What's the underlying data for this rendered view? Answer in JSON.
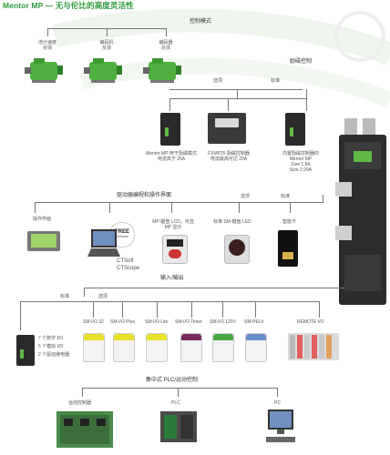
{
  "header": {
    "title": "Mentor MP — 无与伦比的高度灵活性"
  },
  "sections": {
    "control_mode": "控制模式",
    "field_control": "励磁控制",
    "programming": "驱动器编程和操作界面",
    "io": "输入/输出",
    "plc": "集中式 PLC/运动控制"
  },
  "motors": [
    {
      "label_line1": "他计速度",
      "label_line2": "反馈"
    },
    {
      "label_line1": "编码机",
      "label_line2": "反馈"
    },
    {
      "label_line1": "编码器",
      "label_line2": "反馈"
    }
  ],
  "field": {
    "optional_label": "选项",
    "standard_label": "标准",
    "items": [
      {
        "lines": [
          "Mentor MP 用于励磁模式",
          "电流高于 25A"
        ]
      },
      {
        "lines": [
          "FXMP25 励磁控制器",
          "电流最高可达 25A"
        ]
      },
      {
        "lines": [
          "内置励磁控制器的",
          "Mentor MP",
          "Size 1:8A",
          "Size 2:20A"
        ]
      }
    ]
  },
  "programming": {
    "optional_label": "选项",
    "standard_label": "标准",
    "operator_label": "操作界面",
    "free_badge": "FREE",
    "free_badge_sub": "Software",
    "ctsoft": "CTSoft",
    "ctscope": "CTScope",
    "mp_keypad_lines": [
      "MP-键盘 LCD，可选",
      "MP 显示"
    ],
    "sm_keypad": "标准 SM-键盘 LED",
    "smartcard": "智能卡"
  },
  "io": {
    "standard_label": "标准",
    "optional_label": "选项",
    "base_io": [
      "7 个数字 I/O",
      "5 个模拟 I/O",
      "2 个驱动继电器"
    ],
    "modules": [
      "SM-I/O 32",
      "SM-I/O Plus",
      "SM-I/O Lite",
      "SM-I/O Timer",
      "SM-I/O 120V",
      "SM-PELV",
      "REMOTE I/O"
    ]
  },
  "plc": {
    "items": [
      "运动控制器",
      "PLC",
      "PC"
    ]
  },
  "colors": {
    "brand_green": "#2e9a3c",
    "drive_green": "#5fb944",
    "io_yellow": "#e8e12a",
    "io_purple": "#7a2a63",
    "io_green": "#4aa845",
    "io_blue": "#6a8ccc"
  }
}
